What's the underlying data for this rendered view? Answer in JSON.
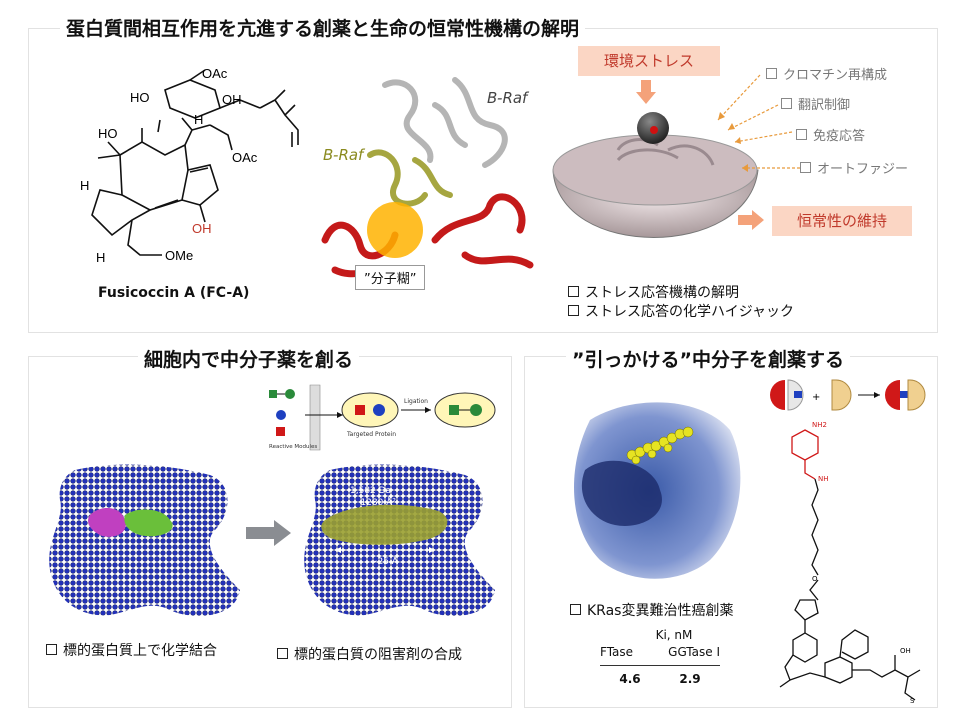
{
  "top": {
    "title": "蛋白質間相互作用を亢進する創薬と生命の恒常性機構の解明",
    "fc_label": "Fusicoccin A (FC-A)",
    "mol_labels": {
      "oac1": "OAc",
      "ho1": "HO",
      "oh1": "OH",
      "ho2": "HO",
      "h1": "H",
      "oac2": "OAc",
      "h2": "H",
      "oh_red": "OH",
      "h3": "H",
      "ome": "OMe"
    },
    "braf_right": "B-Raf",
    "braf_left": "B-Raf",
    "glue_label": "”分子糊”",
    "stress_box": "環境ストレス",
    "homeostasis_box": "恒常性の維持",
    "cell_processes": [
      "クロマチン再構成",
      "翻訳制御",
      "免疫応答",
      "オートファジー"
    ],
    "bullets": [
      "ストレス応答機構の解明",
      "ストレス応答の化学ハイジャック"
    ]
  },
  "bottom_left": {
    "title": "細胞内で中分子薬を創る",
    "scheme": {
      "reactive_modules": "Reactive\nModules",
      "targeted_protein": "Targeted Protein",
      "ligation": "Ligation"
    },
    "measure": {
      "mass": "1,582 Da",
      "area": "~ 1280 Å²",
      "length": "~25 Å"
    },
    "bullets": [
      "標的蛋白質上で化学結合",
      "標的蛋白質の阻害剤の合成"
    ]
  },
  "bottom_right": {
    "title": "”引っかける”中分子を創薬する",
    "bullet": "KRas変異難治性癌創薬",
    "table": {
      "header": "Ki, nM",
      "cols": [
        "FTase",
        "GGTase I"
      ],
      "values": [
        "4.6",
        "2.9"
      ]
    },
    "mol_labels": {
      "nh2": "NH2",
      "nh": "NH",
      "o": "O",
      "oh": "OH",
      "s": "S"
    }
  },
  "colors": {
    "salmon": "#fbd6c4",
    "red": "#c0392b",
    "protein_blue": "#1e2a9c",
    "braf_olive": "#9a9a30",
    "helix_red": "#c41a1a"
  }
}
